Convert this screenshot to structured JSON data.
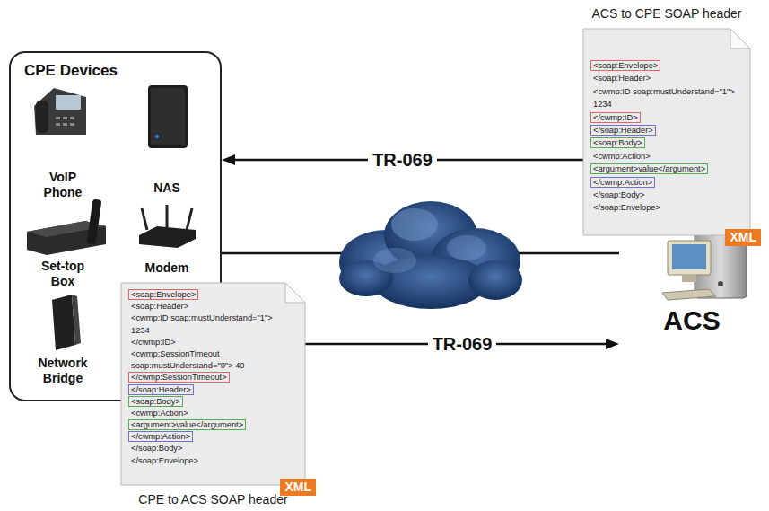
{
  "diagram": {
    "nodes": [
      {
        "text": [
          "CPE Devices"
        ]
      },
      {
        "text": [
          "ACS to CPE SOAP header",
          "<soap:Envelope>",
          "<soap:Header>",
          "<cwmp:ID soap:mustUnderstand=\"1\">",
          "1234",
          "</cwmp:ID>",
          "</soap:Header>",
          "<soap:Body>",
          "<cwmp:Action>",
          "<argument>value</argument>",
          "</cwmp:Action>",
          "</soap:Body>",
          "</soap:Envelope>",
          "XML"
        ]
      },
      {
        "text": [
          "ACS"
        ]
      },
      {
        "text": [
          "CPE to ACS SOAP header",
          "<soap:Envelope>",
          "<soap:Header>",
          "<cwmp:ID soap:mustUnderstand=\"1\">",
          "1234",
          "</cwmp:ID>",
          "<cwmp:SessionTimeout",
          "soap:mustUnderstand=\"0\"> 40",
          "</cwmp:SessionTimeout>",
          "</soap:Header>",
          "<soap:Body>",
          "<cwmp:Action>",
          "<argument>value</argument>",
          "</cwmp:Action>",
          "</soap:Body>",
          "</soap:Envelope>",
          "XML"
        ]
      }
    ],
    "edges": [
      {
        "from": 1,
        "to": 0,
        "arrow": "to",
        "label": "TR-069"
      },
      {
        "from": 3,
        "to": 2,
        "arrow": "to",
        "label": "TR-069"
      },
      {
        "from": 0,
        "to": 2,
        "arrow": "none"
      }
    ],
    "labels": [
      "VoIP Phone",
      "NAS",
      "Set-top Box",
      "Modem",
      "Network Bridge"
    ]
  }
}
